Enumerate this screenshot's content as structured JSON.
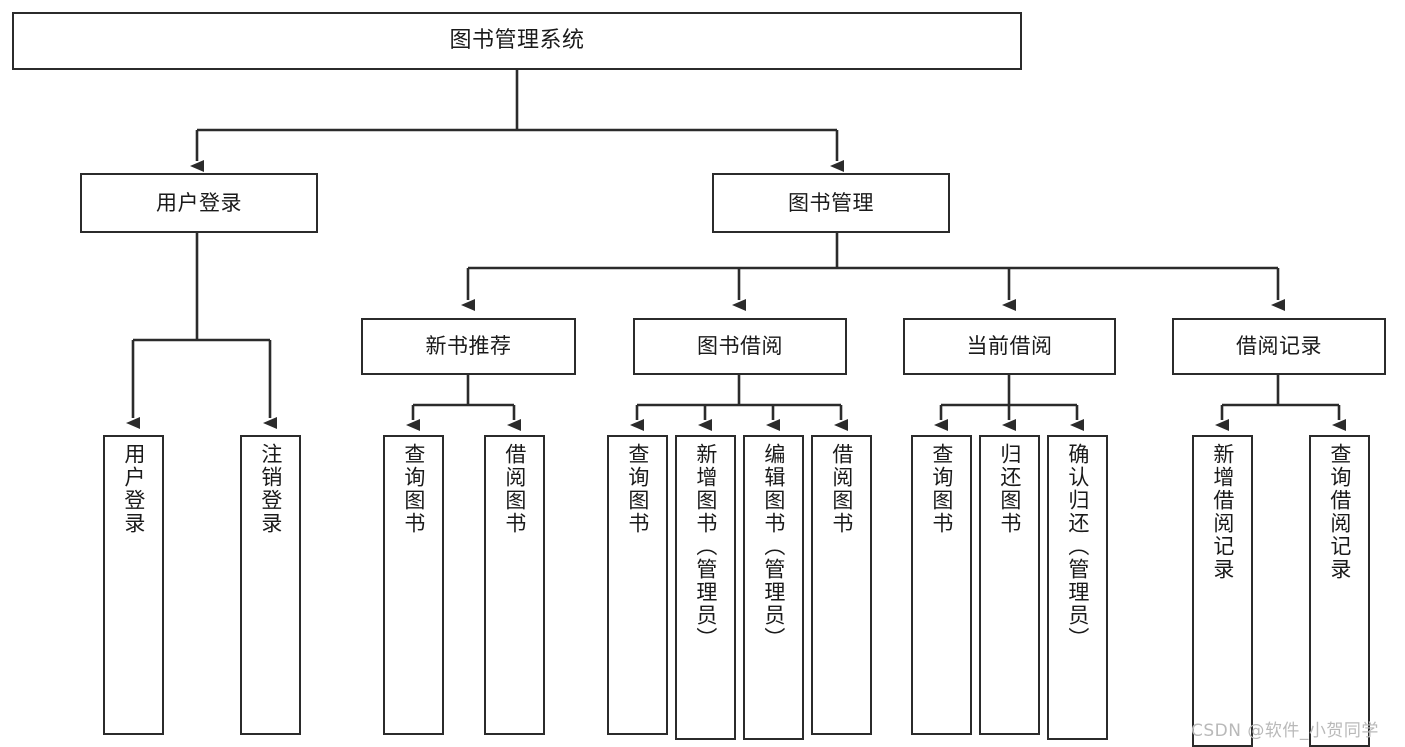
{
  "diagram": {
    "type": "tree",
    "title": "图书管理系统",
    "root": {
      "label": "图书管理系统"
    },
    "level2": [
      {
        "label": "用户登录"
      },
      {
        "label": "图书管理"
      }
    ],
    "level3": [
      {
        "label": "新书推荐"
      },
      {
        "label": "图书借阅"
      },
      {
        "label": "当前借阅"
      },
      {
        "label": "借阅记录"
      }
    ],
    "leaves": {
      "user_login": [
        {
          "label": "用户登录"
        },
        {
          "label": "注销登录"
        }
      ],
      "new_book_recommend": [
        {
          "label": "查询图书"
        },
        {
          "label": "借阅图书"
        }
      ],
      "book_borrow": [
        {
          "label": "查询图书"
        },
        {
          "label": "新增图书（管理员）"
        },
        {
          "label": "编辑图书（管理员）"
        },
        {
          "label": "借阅图书"
        }
      ],
      "current_borrow": [
        {
          "label": "查询图书"
        },
        {
          "label": "归还图书"
        },
        {
          "label": "确认归还（管理员）"
        }
      ],
      "borrow_record": [
        {
          "label": "新增借阅记录"
        },
        {
          "label": "查询借阅记录"
        }
      ]
    }
  },
  "watermark": {
    "text": "CSDN @软件_小贺同学"
  },
  "colors": {
    "background": "#ffffff",
    "box_border": "#2b2b2b",
    "connector": "#2b2b2b",
    "text": "#1a1a1a",
    "watermark": "#b9b9b9"
  }
}
